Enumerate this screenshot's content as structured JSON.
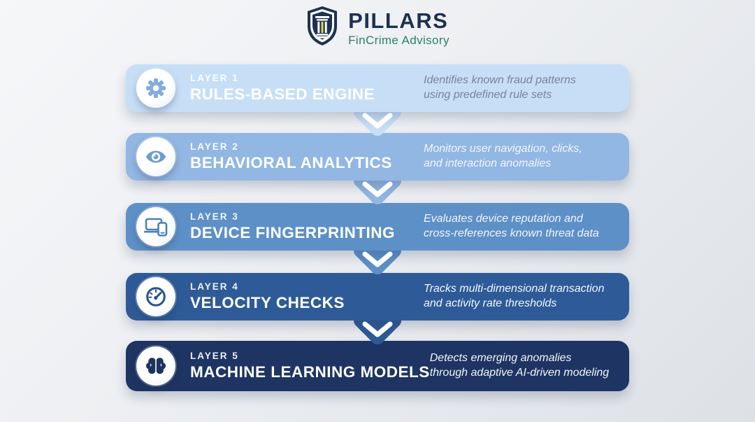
{
  "logo": {
    "brand": "PILLARS",
    "tagline": "FinCrime Advisory",
    "brand_color": "#1d3150",
    "tagline_color": "#2e7f6a",
    "shield_navy": "#1d3150",
    "shield_yellow": "#ddd83f"
  },
  "layers": [
    {
      "label": "LAYER 1",
      "title": "RULES-BASED ENGINE",
      "description": "Identifies known fraud patterns\nusing predefined rule sets",
      "icon": "gear-icon",
      "bar_color": "#c7dff6",
      "icon_color": "#84add9",
      "description_color": "#76839a"
    },
    {
      "label": "LAYER 2",
      "title": "BEHAVIORAL ANALYTICS",
      "description": "Monitors user navigation, clicks,\nand interaction anomalies",
      "icon": "eye-icon",
      "bar_color": "#92b7e3",
      "icon_color": "#6d9cce",
      "description_color": "#f2f6fb"
    },
    {
      "label": "LAYER 3",
      "title": "DEVICE FINGERPRINTING",
      "description": "Evaluates device reputation and\ncross-references known threat data",
      "icon": "devices-icon",
      "bar_color": "#5d90c7",
      "icon_color": "#4a80ba",
      "description_color": "#f2f6fb"
    },
    {
      "label": "LAYER 4",
      "title": "VELOCITY CHECKS",
      "description": "Tracks multi-dimensional transaction\nand activity rate thresholds",
      "icon": "gauge-icon",
      "bar_color": "#2e5b97",
      "icon_color": "#27528b",
      "description_color": "#f2f6fb"
    },
    {
      "label": "LAYER 5",
      "title": "MACHINE LEARNING MODELS",
      "description": "Detects emerging anomalies\nthrough adaptive AI-driven modeling",
      "icon": "brain-icon",
      "bar_color": "#1e3462",
      "icon_color": "#1d3462",
      "description_color": "#f2f6fb"
    }
  ],
  "connector_chevron_color": "#ffffff"
}
